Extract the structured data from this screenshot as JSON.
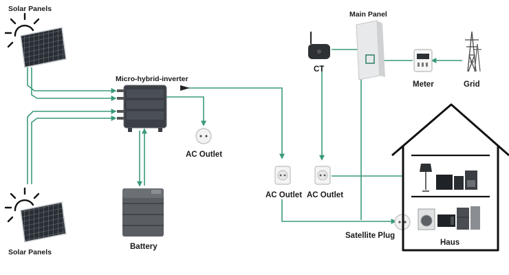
{
  "labels": {
    "solar_top": "Solar Panels",
    "solar_bottom": "Solar Panels",
    "inverter": "Micro-hybrid-inverter",
    "ac_outlet_1": "AC Outlet",
    "ac_outlet_2": "AC Outlet",
    "ac_outlet_3": "AC Outlet",
    "battery": "Battery",
    "main_panel": "Main Panel",
    "ct": "CT",
    "meter": "Meter",
    "grid": "Grid",
    "satellite_plug": "Satellite Plug",
    "haus": "Haus"
  },
  "colors": {
    "wire": "#3a9a78",
    "panel_cell": "#2a2f36",
    "device_dark": "#3c4046",
    "house_outline": "#111111"
  },
  "icons": [
    "sun-icon",
    "solar-panel-icon",
    "inverter-icon",
    "outlet-icon",
    "battery-icon",
    "router-icon",
    "main-panel-icon",
    "meter-icon",
    "pylon-icon",
    "house-icon",
    "floor-lamp-icon",
    "tv-icon",
    "coffee-maker-icon",
    "washer-icon",
    "microwave-icon",
    "fridge-icon"
  ]
}
